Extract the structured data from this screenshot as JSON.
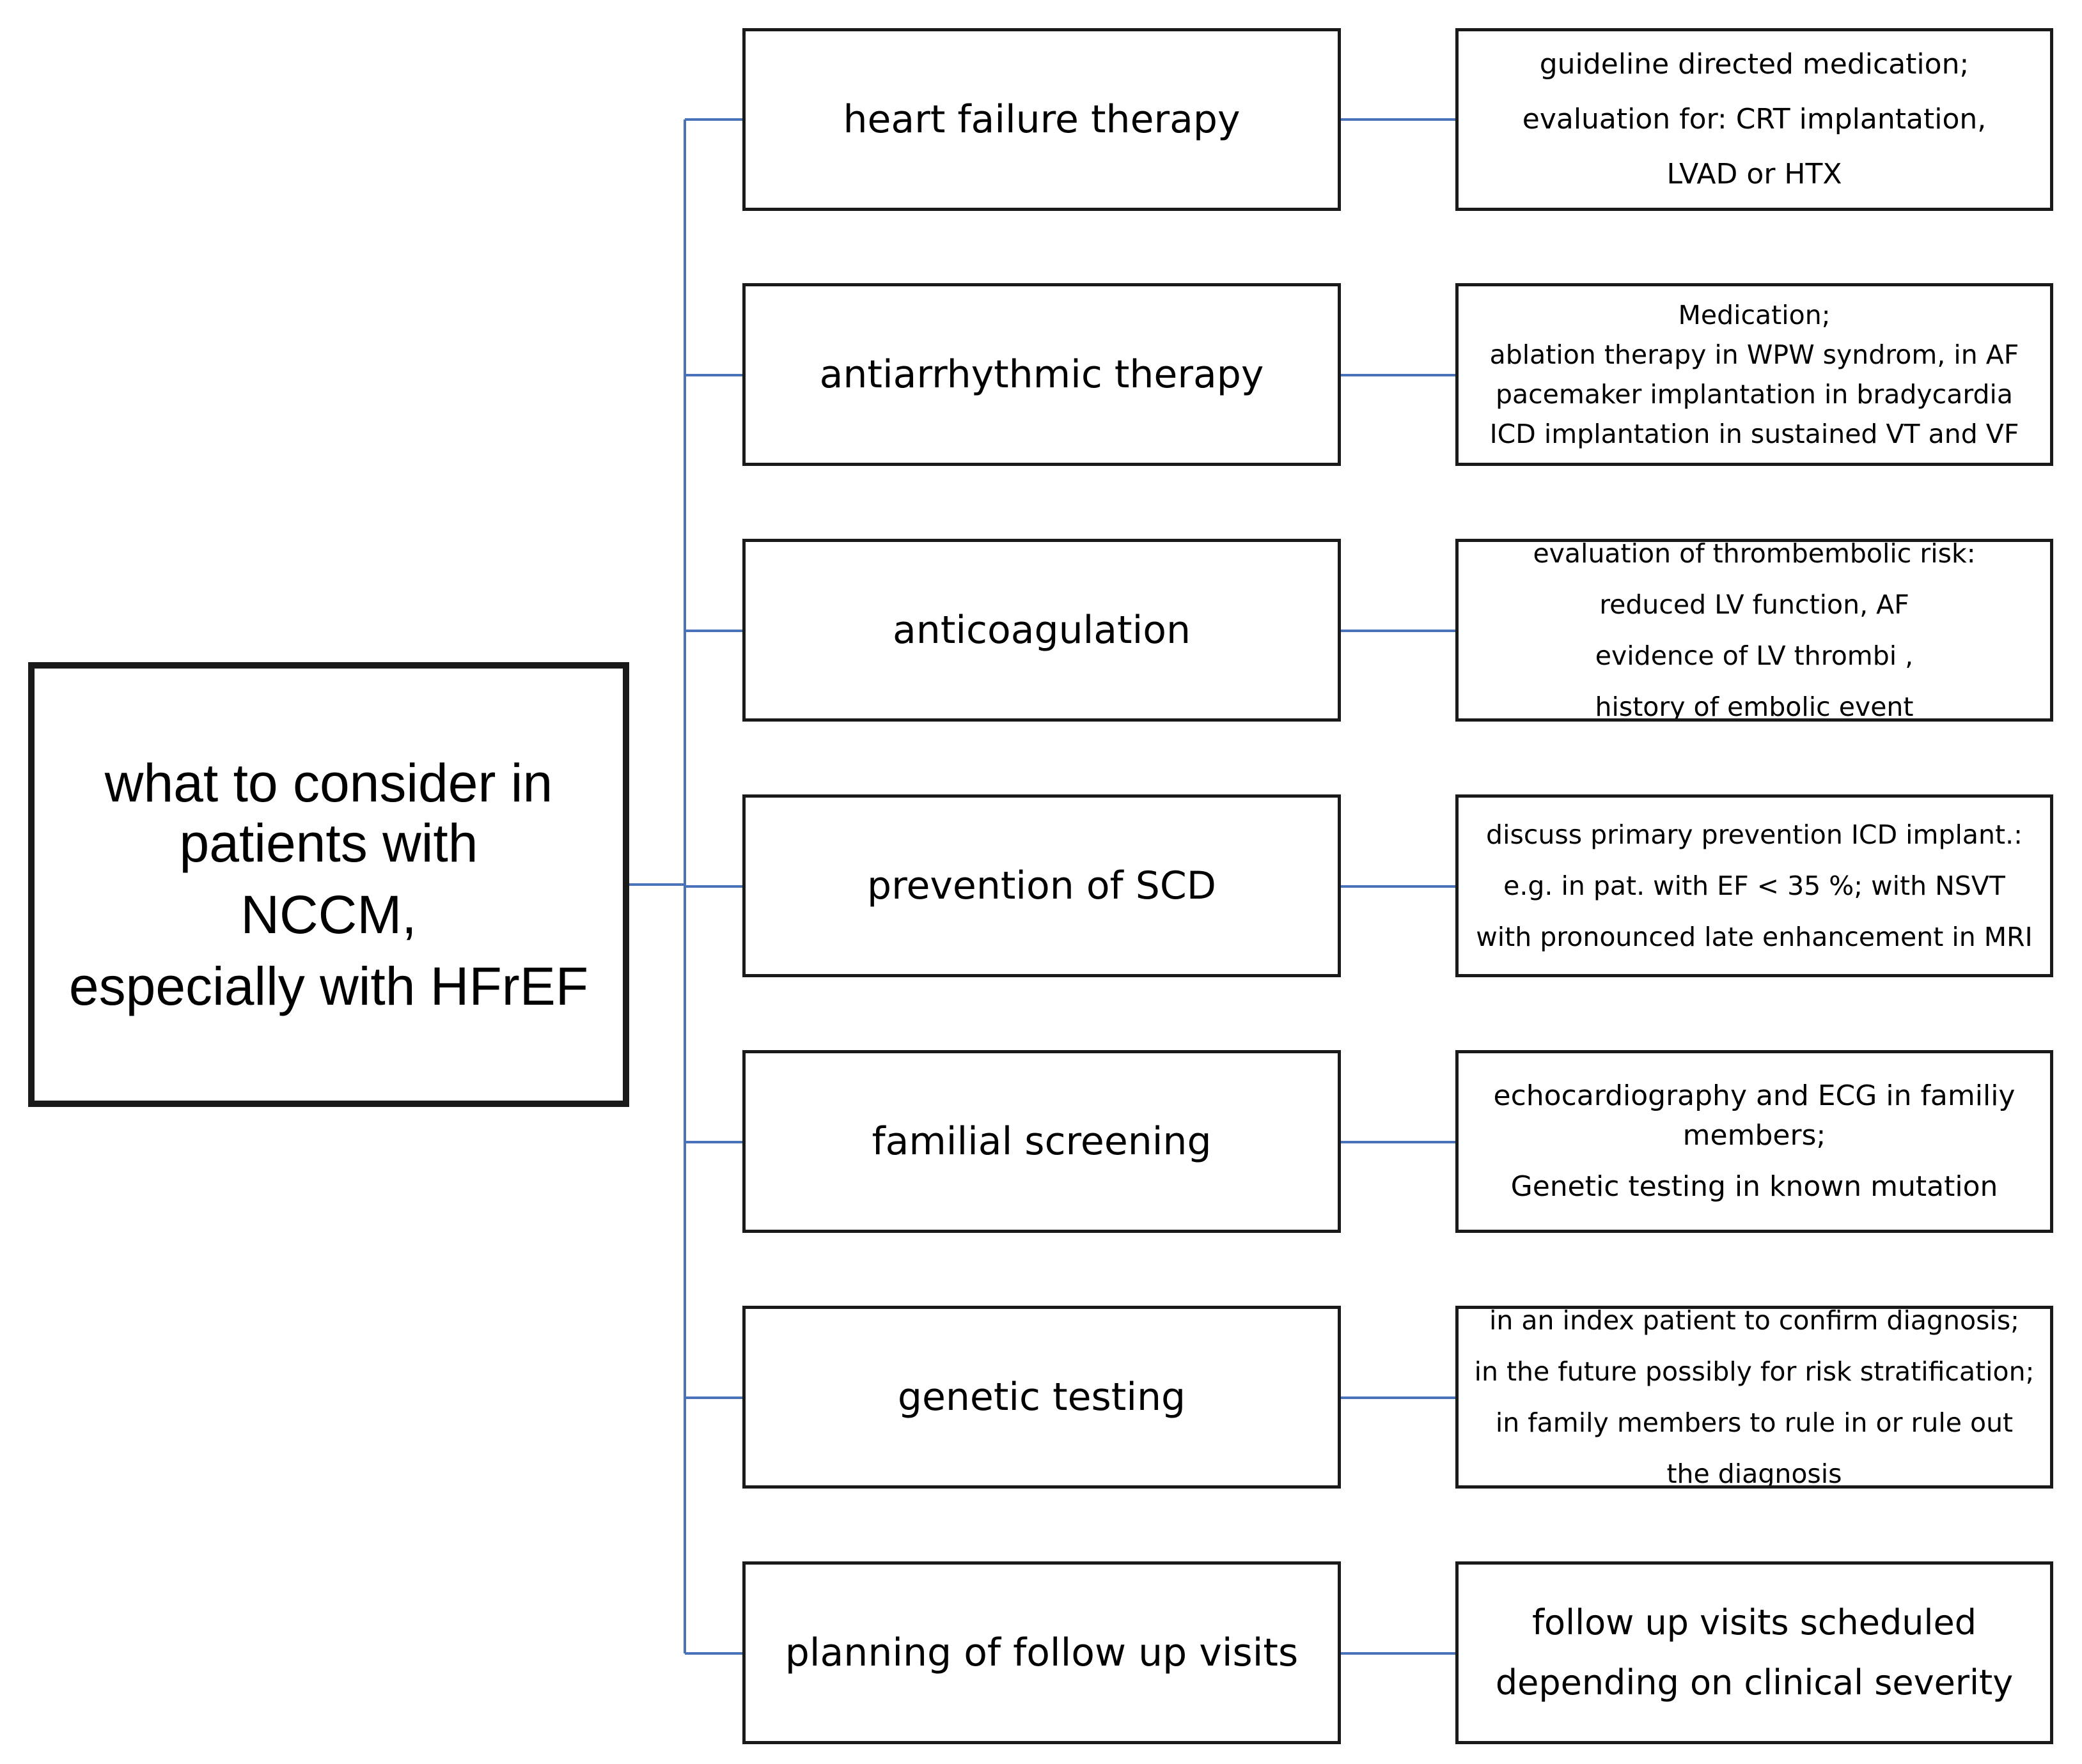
{
  "colors": {
    "connector": "#4a72b8",
    "border": "#1a1a1a",
    "background": "#ffffff",
    "text": "#000000"
  },
  "root": {
    "lines": [
      "what to consider in",
      "patients with",
      "NCCM,",
      "especially with HFrEF"
    ]
  },
  "rows": [
    {
      "category": "heart failure therapy",
      "details": [
        "guideline directed medication;",
        "evaluation for: CRT implantation,",
        "LVAD or HTX"
      ]
    },
    {
      "category": "antiarrhythmic therapy",
      "details": [
        "Medication;",
        "ablation therapy in WPW syndrom, in AF",
        "pacemaker implantation in bradycardia",
        "ICD implantation in sustained VT and VF"
      ]
    },
    {
      "category": "anticoagulation",
      "details": [
        "evaluation of thrombembolic risk:",
        "reduced LV function, AF",
        "evidence of LV thrombi ,",
        "history of embolic event"
      ]
    },
    {
      "category": "prevention of SCD",
      "details": [
        "discuss primary prevention ICD implant.:",
        "e.g. in pat. with EF < 35 %; with NSVT",
        "with pronounced late enhancement in MRI"
      ]
    },
    {
      "category": "familial screening",
      "details": [
        "echocardiography and ECG in familiy",
        "members;",
        "Genetic testing in known mutation"
      ]
    },
    {
      "category": "genetic testing",
      "details": [
        "in an index patient to confirm diagnosis;",
        "in the future possibly for risk stratification;",
        "in family members to rule in or rule out",
        "the diagnosis"
      ]
    },
    {
      "category": "planning of follow up visits",
      "details": [
        "follow up visits scheduled",
        "depending on clinical severity"
      ]
    }
  ]
}
